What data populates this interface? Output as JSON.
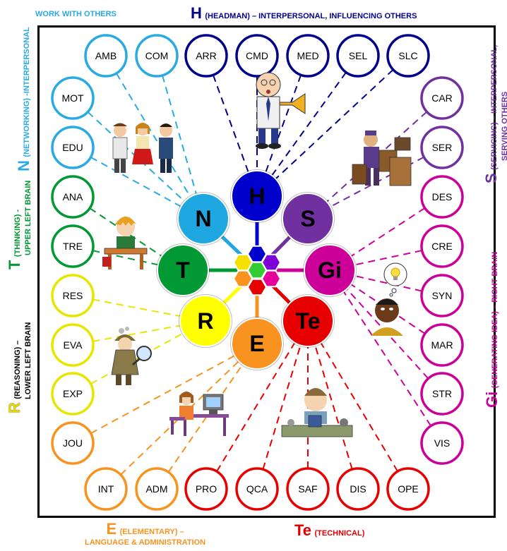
{
  "center": {
    "hexes": [
      "#0000cc",
      "#7d00d8",
      "#e60099",
      "#e60000",
      "#f7931e",
      "#f5e000",
      "#33cc33"
    ]
  },
  "categories": [
    {
      "key": "H",
      "color": "#0000cc"
    },
    {
      "key": "S",
      "color": "#7030a0"
    },
    {
      "key": "Gi",
      "color": "#cc0099"
    },
    {
      "key": "Te",
      "color": "#e60000"
    },
    {
      "key": "E",
      "color": "#f7931e"
    },
    {
      "key": "R",
      "color": "#ffff00"
    },
    {
      "key": "T",
      "color": "#009933"
    },
    {
      "key": "N",
      "color": "#1ea7e1"
    }
  ],
  "nodes": [
    {
      "label": "AMB",
      "color": "#29abe2"
    },
    {
      "label": "COM",
      "color": "#29abe2"
    },
    {
      "label": "ARR",
      "color": "#00008b"
    },
    {
      "label": "CMD",
      "color": "#00008b"
    },
    {
      "label": "MED",
      "color": "#00008b"
    },
    {
      "label": "SEL",
      "color": "#00008b"
    },
    {
      "label": "SLC",
      "color": "#00008b"
    },
    {
      "label": "MOT",
      "color": "#29abe2"
    },
    {
      "label": "EDU",
      "color": "#29abe2"
    },
    {
      "label": "ANA",
      "color": "#009933"
    },
    {
      "label": "TRE",
      "color": "#009933"
    },
    {
      "label": "RES",
      "color": "#e6e600"
    },
    {
      "label": "EVA",
      "color": "#e6e600"
    },
    {
      "label": "EXP",
      "color": "#e6e600"
    },
    {
      "label": "JOU",
      "color": "#f7931e"
    },
    {
      "label": "INT",
      "color": "#f7931e"
    },
    {
      "label": "ADM",
      "color": "#f7931e"
    },
    {
      "label": "PRO",
      "color": "#e60000"
    },
    {
      "label": "QCA",
      "color": "#e60000"
    },
    {
      "label": "SAF",
      "color": "#e60000"
    },
    {
      "label": "DIS",
      "color": "#e60000"
    },
    {
      "label": "OPE",
      "color": "#e60000"
    },
    {
      "label": "CAR",
      "color": "#7030a0"
    },
    {
      "label": "SER",
      "color": "#7030a0"
    },
    {
      "label": "DES",
      "color": "#cc0099"
    },
    {
      "label": "CRE",
      "color": "#cc0099"
    },
    {
      "label": "SYN",
      "color": "#cc0099"
    },
    {
      "label": "MAR",
      "color": "#cc0099"
    },
    {
      "label": "STR",
      "color": "#cc0099"
    },
    {
      "label": "VIS",
      "color": "#cc0099"
    }
  ],
  "labels": {
    "work_with_others": "WORK WITH OTHERS",
    "h_letter": "H",
    "h_text": "(HEADMAN) – INTERPERSONAL, INFLUENCING OTHERS",
    "n_letter": "N",
    "n_text": "(NETWORKING) -INTERPERSONAL",
    "t_letter": "T",
    "t_text1": "(THINKING) -",
    "t_text2": "UPPER LEFT BRAIN",
    "r_letter": "R",
    "r_text1": "(REASONING) –",
    "r_text2": "LOWER LEFT BRAIN",
    "s_letter": "S",
    "s_text1": "(SERVICING) – INTERPERSONAL,",
    "s_text2": "SERVING OTHERS",
    "gi_letter": "Gi",
    "gi_text": "(GENERATING IDEA) – RIGHT BRAIN",
    "e_letter": "E",
    "e_text1": "(ELEMENTARY) –",
    "e_text2": "LANGUAGE & ADMINISTRATION",
    "te_letter": "Te",
    "te_text": "(TECHNICAL)"
  },
  "illustrations": {
    "networking_people": "group-of-people-icon",
    "headman": "man-with-megaphone-icon",
    "servicing": "porter-with-luggage-icon",
    "thinking": "student-thinking-icon",
    "generating_idea": "man-with-lightbulb-icon",
    "reasoning": "detective-with-magnifier-icon",
    "elementary": "person-at-computer-icon",
    "technical": "technician-repairing-icon"
  }
}
